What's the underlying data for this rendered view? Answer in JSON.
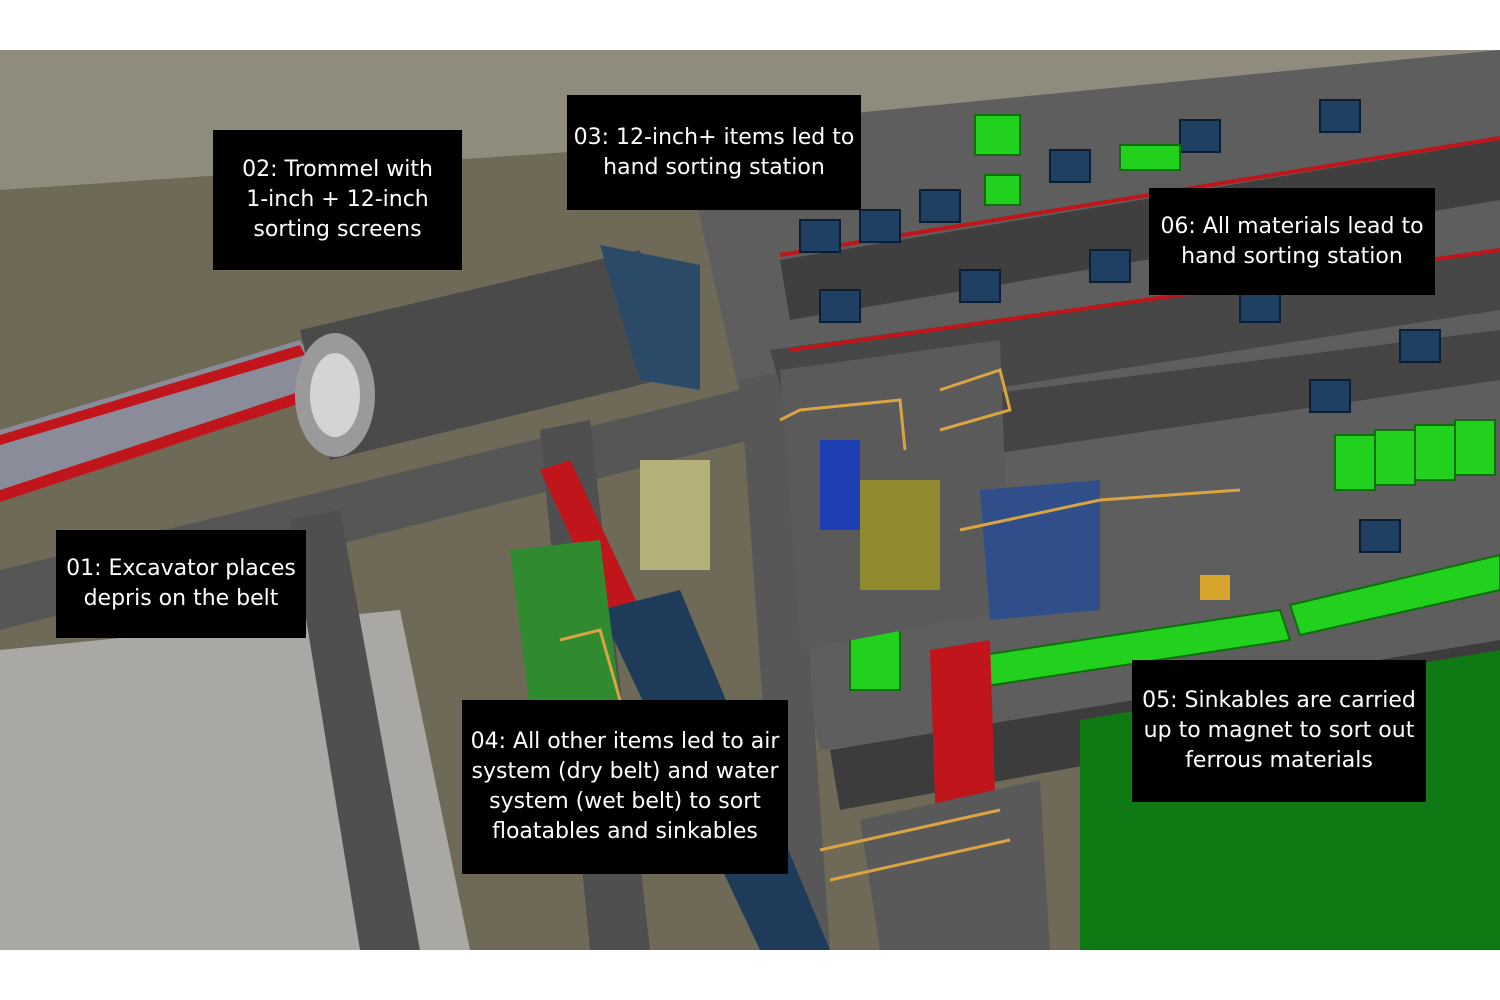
{
  "diagram": {
    "callouts": [
      {
        "id": "01",
        "lines": [
          "01: Excavator places",
          "depris on the belt"
        ]
      },
      {
        "id": "02",
        "lines": [
          "02: Trommel with",
          "1-inch + 12-inch",
          "sorting screens"
        ]
      },
      {
        "id": "03",
        "lines": [
          "03: 12-inch+ items led to",
          "hand sorting station"
        ]
      },
      {
        "id": "04",
        "lines": [
          "04: All other items led to air",
          "system (dry belt) and water",
          "system (wet belt) to sort",
          "floatables and sinkables"
        ]
      },
      {
        "id": "05",
        "lines": [
          "05: Sinkables are carried",
          "up to magnet to sort out",
          "ferrous materials"
        ]
      },
      {
        "id": "06",
        "lines": [
          "06: All materials lead to",
          "hand sorting station"
        ]
      }
    ]
  },
  "colors": {
    "belt_red": "#c0151b",
    "bin_green": "#22d11e",
    "bin_blue": "#1f3f63",
    "steel": "#545454",
    "railing": "#d9a441"
  }
}
